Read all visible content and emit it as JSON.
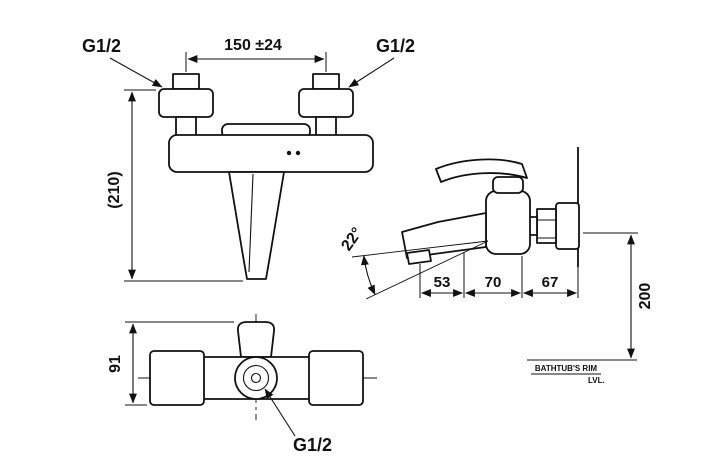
{
  "front_view": {
    "g12_left": "G1/2",
    "g12_right": "G1/2",
    "width_dim": "150 ±24",
    "height_dim": "(210)"
  },
  "side_view": {
    "spout_angle": "22°",
    "dim_53": "53",
    "dim_70": "70",
    "dim_67": "67",
    "dim_200": "200",
    "rim_label": "BATHTUB'S RIM",
    "rim_level_label": "LVL."
  },
  "top_view": {
    "depth_dim": "91",
    "g12_outlet": "G1/2"
  },
  "colors": {
    "ink": "#111111",
    "background": "#ffffff"
  }
}
